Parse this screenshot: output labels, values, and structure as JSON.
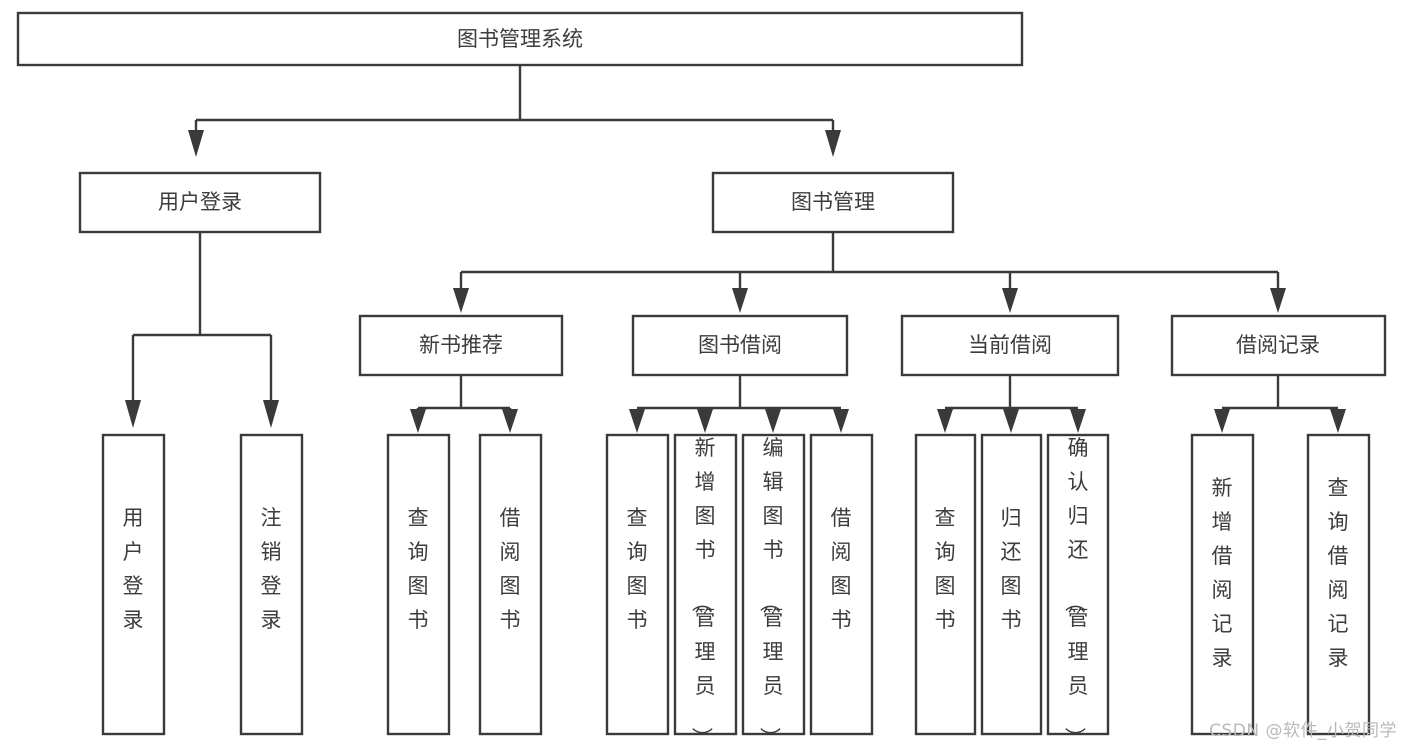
{
  "diagram": {
    "type": "tree-hierarchy",
    "title": "图书管理系统",
    "watermark": "CSDN @软件_小贺同学",
    "colors": {
      "box_fill": "#ffffff",
      "box_stroke": "#3a3a3a",
      "text": "#3d3d3d",
      "watermark": "#b9b9b9",
      "background": "#ffffff"
    },
    "root": {
      "label": "图书管理系统"
    },
    "level2": [
      {
        "label": "用户登录"
      },
      {
        "label": "图书管理"
      }
    ],
    "level3": [
      {
        "label": "新书推荐"
      },
      {
        "label": "图书借阅"
      },
      {
        "label": "当前借阅"
      },
      {
        "label": "借阅记录"
      }
    ],
    "groups": [
      {
        "parent": "用户登录",
        "leaves": [
          {
            "label": "用户登录"
          },
          {
            "label": "注销登录"
          }
        ]
      },
      {
        "parent": "新书推荐",
        "leaves": [
          {
            "label": "查询图书"
          },
          {
            "label": "借阅图书"
          }
        ]
      },
      {
        "parent": "图书借阅",
        "leaves": [
          {
            "label": "查询图书"
          },
          {
            "label": "新增图书（管理员）"
          },
          {
            "label": "编辑图书（管理员）"
          },
          {
            "label": "借阅图书"
          }
        ]
      },
      {
        "parent": "当前借阅",
        "leaves": [
          {
            "label": "查询图书"
          },
          {
            "label": "归还图书"
          },
          {
            "label": "确认归还（管理员）"
          }
        ]
      },
      {
        "parent": "借阅记录",
        "leaves": [
          {
            "label": "新增借阅记录"
          },
          {
            "label": "查询借阅记录"
          }
        ]
      }
    ]
  }
}
